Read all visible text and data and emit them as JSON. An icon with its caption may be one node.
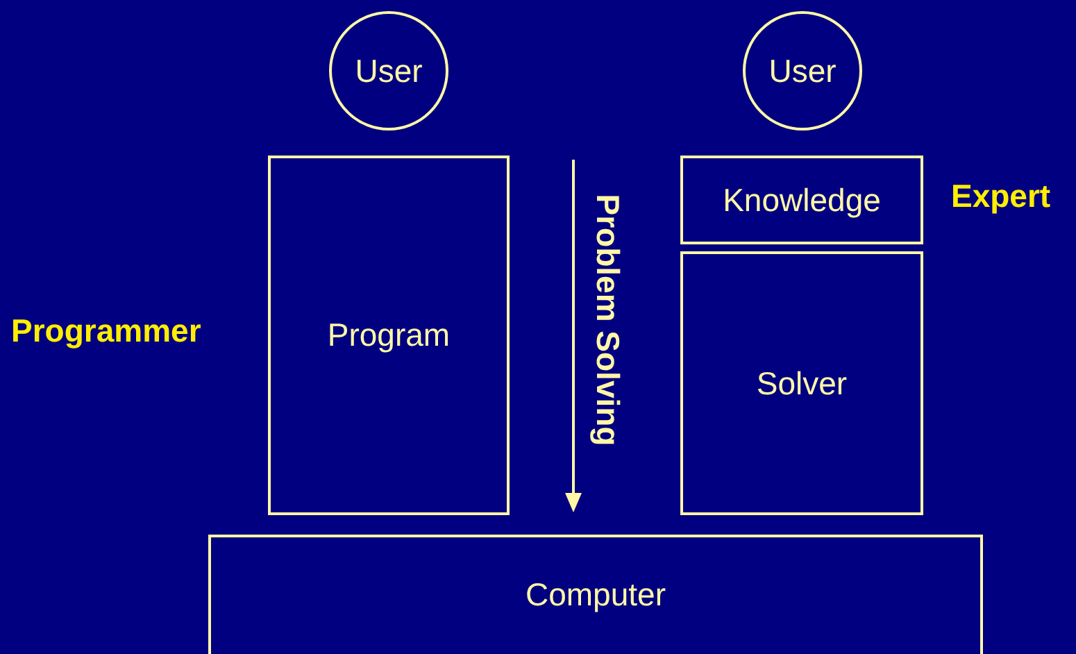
{
  "diagram": {
    "nodes": [
      {
        "text": [
          "User"
        ]
      },
      {
        "text": [
          "User"
        ]
      },
      {
        "text": [
          "Program"
        ]
      },
      {
        "text": [
          "Knowledge"
        ]
      },
      {
        "text": [
          "Solver"
        ]
      },
      {
        "text": [
          "Computer"
        ]
      }
    ],
    "labels": [
      "Expert",
      "Programmer",
      "Problem Solving"
    ]
  }
}
